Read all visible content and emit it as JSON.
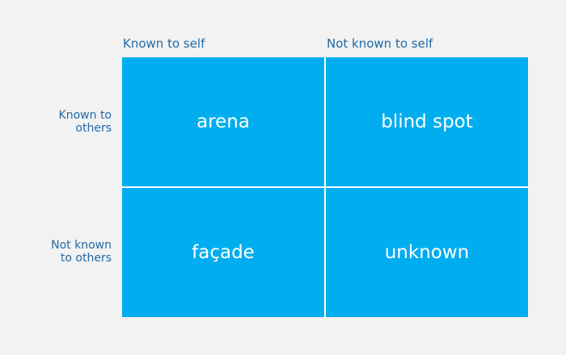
{
  "columns": {
    "known_to_self": "Known to self",
    "not_known_to_self": "Not known to self"
  },
  "rows": {
    "known_to_others": [
      "Known to",
      "others"
    ],
    "not_known_to_others": [
      "Not known",
      "to others"
    ]
  },
  "quadrants": {
    "top_left": "arena",
    "top_right": "blind spot",
    "bottom_left": "façade",
    "bottom_right": "unknown"
  },
  "colors": {
    "quadrant_fill": "#00adef",
    "label_text": "#1f6aa8",
    "background": "#f2f2f2",
    "divider": "#ffffff"
  }
}
